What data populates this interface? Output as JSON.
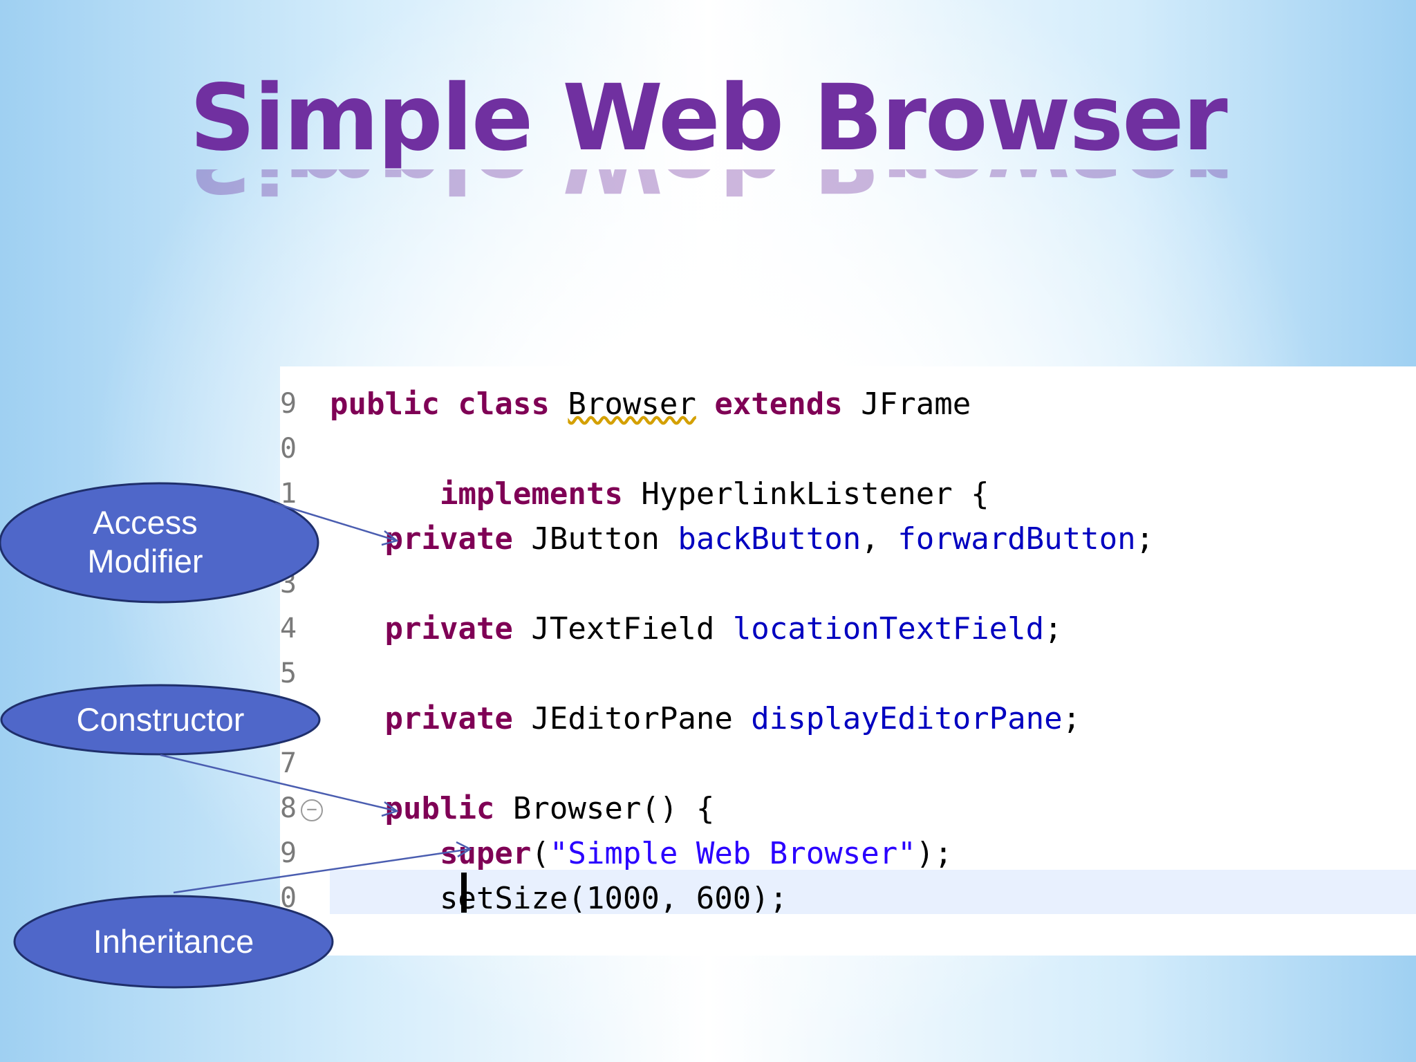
{
  "slide": {
    "title": "Simple Web Browser"
  },
  "code": {
    "line_numbers": [
      "9",
      "0",
      "1",
      "3",
      "4",
      "5",
      "",
      "7",
      "8",
      "9",
      "0"
    ],
    "lines": [
      [
        {
          "t": "public class ",
          "c": "kw"
        },
        {
          "t": "Browser",
          "c": "squig"
        },
        {
          "t": " "
        },
        {
          "t": "extends",
          "c": "kw"
        },
        {
          "t": " JFrame"
        }
      ],
      [],
      [
        {
          "t": "      "
        },
        {
          "t": "implements",
          "c": "kw"
        },
        {
          "t": " HyperlinkListener {"
        }
      ],
      [
        {
          "t": "   "
        },
        {
          "t": "private",
          "c": "kw"
        },
        {
          "t": " JButton "
        },
        {
          "t": "backButton",
          "c": "fld"
        },
        {
          "t": ", "
        },
        {
          "t": "forwardButton",
          "c": "fld"
        },
        {
          "t": ";"
        }
      ],
      [],
      [
        {
          "t": "   "
        },
        {
          "t": "private",
          "c": "kw"
        },
        {
          "t": " JTextField "
        },
        {
          "t": "locationTextField",
          "c": "fld"
        },
        {
          "t": ";"
        }
      ],
      [],
      [
        {
          "t": "   "
        },
        {
          "t": "private",
          "c": "kw"
        },
        {
          "t": " JEditorPane "
        },
        {
          "t": "displayEditorPane",
          "c": "fld"
        },
        {
          "t": ";"
        }
      ],
      [],
      [
        {
          "t": "   "
        },
        {
          "t": "public",
          "c": "kw"
        },
        {
          "t": " Browser() {"
        }
      ],
      [
        {
          "t": "      "
        },
        {
          "t": "super",
          "c": "kw"
        },
        {
          "t": "("
        },
        {
          "t": "\"Simple Web Browser\"",
          "c": "str"
        },
        {
          "t": ");"
        }
      ],
      [
        {
          "t": "      setSize(1000, 600);"
        }
      ]
    ]
  },
  "annotations": {
    "access_modifier": "Access\nModifier",
    "constructor": "Constructor",
    "inheritance": "Inheritance",
    "bubble_color": "#4f67c9",
    "arrow_color": "#4a5db0"
  }
}
